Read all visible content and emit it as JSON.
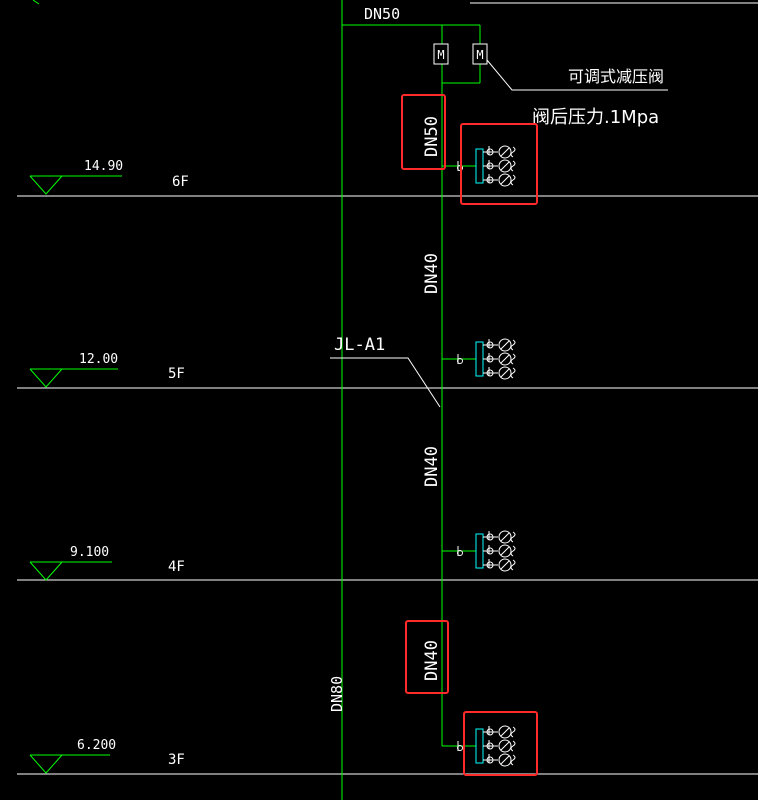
{
  "colors": {
    "background": "#000000",
    "pipe": "#00ff00",
    "floor_line": "#ffffff",
    "text": "#ffffff",
    "highlight": "#ff2a2a",
    "fixture": "#ffffff",
    "fixture_accent": "#00ffff"
  },
  "labels": {
    "top_pipe": "DN50",
    "valve_name": "可调式减压阀",
    "valve_pressure": "阀后压力.1Mpa",
    "riser_id": "JL-A1",
    "main_pipe": "DN80",
    "branch_6f": "DN50",
    "branch_5f": "DN40",
    "branch_4f": "DN40",
    "branch_3f": "DN40"
  },
  "valve_marks": [
    "M",
    "M"
  ],
  "floors": [
    {
      "name": "6F",
      "elevation": "14.90"
    },
    {
      "name": "5F",
      "elevation": "12.00"
    },
    {
      "name": "4F",
      "elevation": "9.100"
    },
    {
      "name": "3F",
      "elevation": "6.200"
    }
  ]
}
